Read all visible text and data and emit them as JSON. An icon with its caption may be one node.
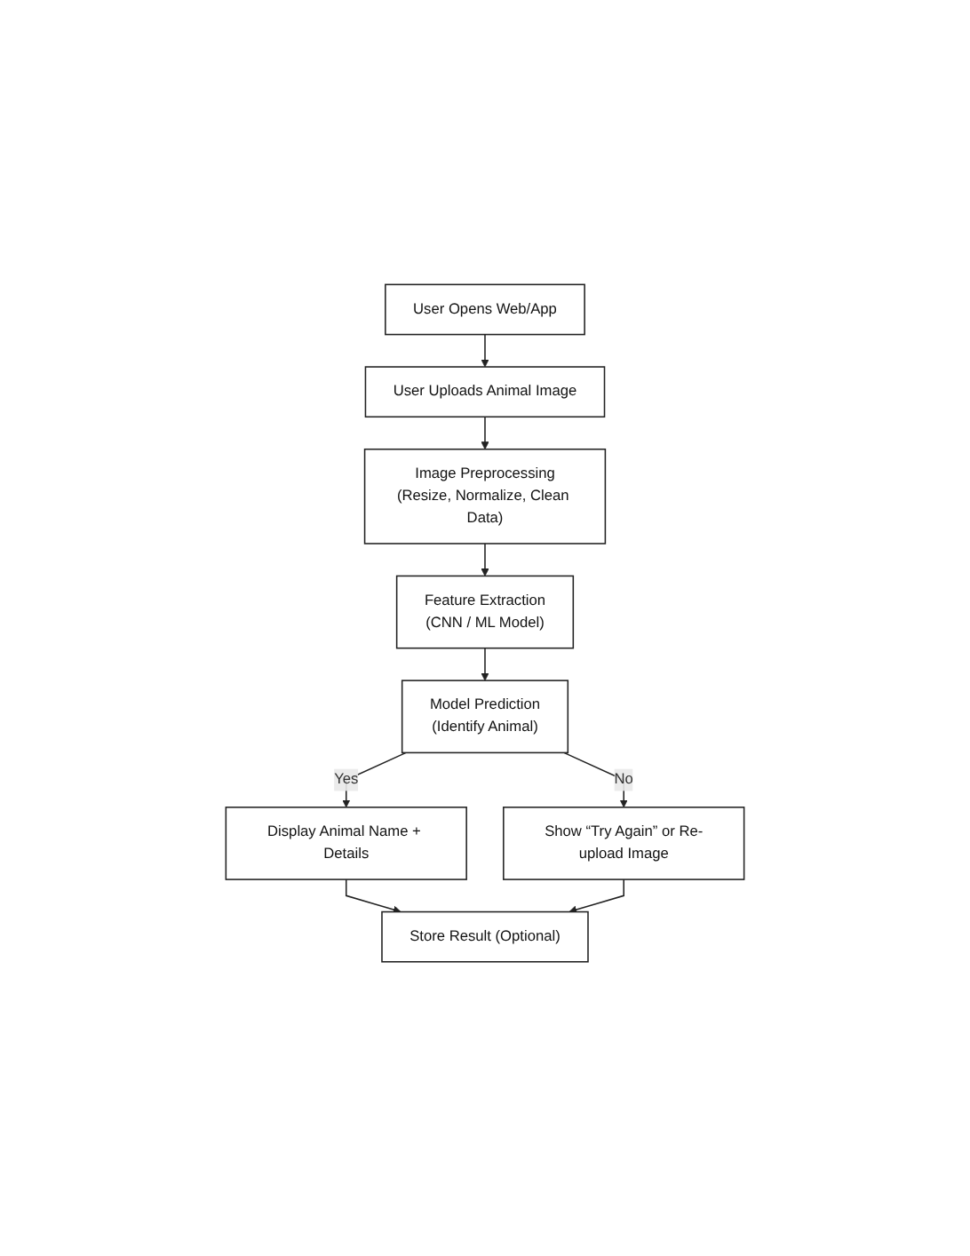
{
  "diagram": {
    "nodes": [
      {
        "text": [
          "User Opens Web/App"
        ]
      },
      {
        "text": [
          "User Uploads Animal Image"
        ]
      },
      {
        "text": [
          "Image Preprocessing",
          "(Resize, Normalize, Clean Data)"
        ]
      },
      {
        "text": [
          "Feature Extraction",
          "(CNN / ML Model)"
        ]
      },
      {
        "text": [
          "Model Prediction",
          "(Identify Animal)"
        ]
      },
      {
        "text": [
          "Display Animal Name + Details"
        ]
      },
      {
        "text": [
          "Show “Try Again” or Re-upload Image"
        ]
      },
      {
        "text": [
          "Store Result (Optional)"
        ]
      }
    ],
    "edges": [
      {
        "from": 0,
        "to": 1,
        "arrow": "to"
      },
      {
        "from": 1,
        "to": 2,
        "arrow": "to"
      },
      {
        "from": 2,
        "to": 3,
        "arrow": "to"
      },
      {
        "from": 3,
        "to": 4,
        "arrow": "to"
      },
      {
        "from": 4,
        "to": 5,
        "label": "Yes",
        "arrow": "to"
      },
      {
        "from": 4,
        "to": 6,
        "label": "No",
        "arrow": "to"
      },
      {
        "from": 5,
        "to": 7,
        "arrow": "to"
      },
      {
        "from": 6,
        "to": 7,
        "arrow": "to"
      }
    ]
  }
}
